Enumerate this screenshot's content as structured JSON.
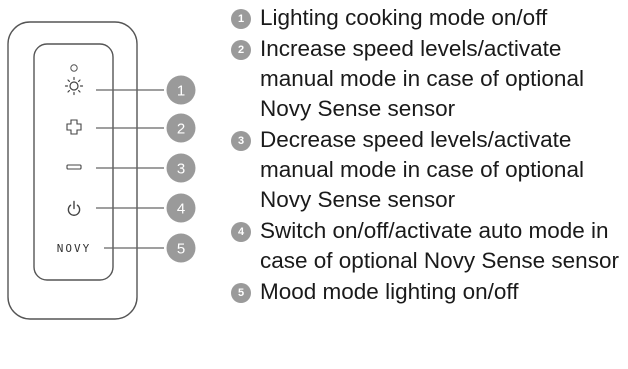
{
  "remote": {
    "brand": "NOVY",
    "buttons": [
      {
        "id": 1,
        "icon": "light-icon"
      },
      {
        "id": 2,
        "icon": "plus-icon"
      },
      {
        "id": 3,
        "icon": "minus-icon"
      },
      {
        "id": 4,
        "icon": "power-icon"
      },
      {
        "id": 5,
        "icon": "novy-logo"
      }
    ],
    "callouts": [
      "1",
      "2",
      "3",
      "4",
      "5"
    ]
  },
  "legend": {
    "items": [
      {
        "number": "1",
        "text": "Lighting cooking mode on/off"
      },
      {
        "number": "2",
        "text": "Increase speed levels/activate manual mode in case of optional Novy Sense sensor"
      },
      {
        "number": "3",
        "text": "Decrease speed levels/activate manual mode in case of optional Novy Sense sensor"
      },
      {
        "number": "4",
        "text": "Switch on/off/activate auto mode in case of optional Novy Sense sensor"
      },
      {
        "number": "5",
        "text": "Mood mode lighting on/off"
      }
    ]
  },
  "colors": {
    "badge": "#9a9a9a",
    "outline": "#666666",
    "text": "#1a1a1a"
  }
}
